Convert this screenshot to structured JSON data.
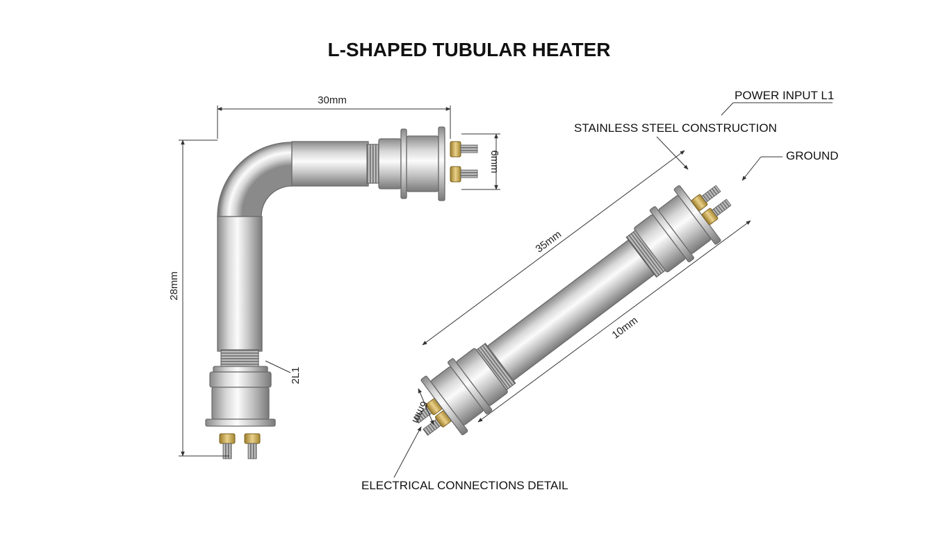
{
  "title": "L-SHAPED TUBULAR HEATER",
  "labels": {
    "power_input": "POWER INPUT L1",
    "construction": "STAINLESS STEEL CONSTRUCTION",
    "ground": "GROUND",
    "connections": "ELECTRICAL CONNECTIONS DETAIL"
  },
  "dimensions": {
    "l_width": "30mm",
    "l_terminal_height": "6mm",
    "l_height": "28mm",
    "l_terminal_tag": "2L1",
    "straight_length": "35mm",
    "straight_body": "10mm",
    "straight_terminal": "6mm"
  },
  "colors": {
    "steel_light": "#f4f4f4",
    "steel_mid": "#c9c9c9",
    "steel_dark": "#7d7d7d",
    "brass": "#c8a951",
    "line": "#333333"
  }
}
